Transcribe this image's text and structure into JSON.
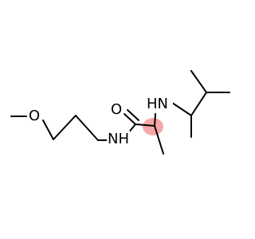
{
  "molecule": {
    "atoms": {
      "methoxy_O": "O",
      "amide_O": "O",
      "amide_NH": "NH",
      "amine_HN": "HN"
    },
    "colors": {
      "bond": "#000000",
      "highlight": "#f4a3a3",
      "background": "#ffffff"
    }
  }
}
